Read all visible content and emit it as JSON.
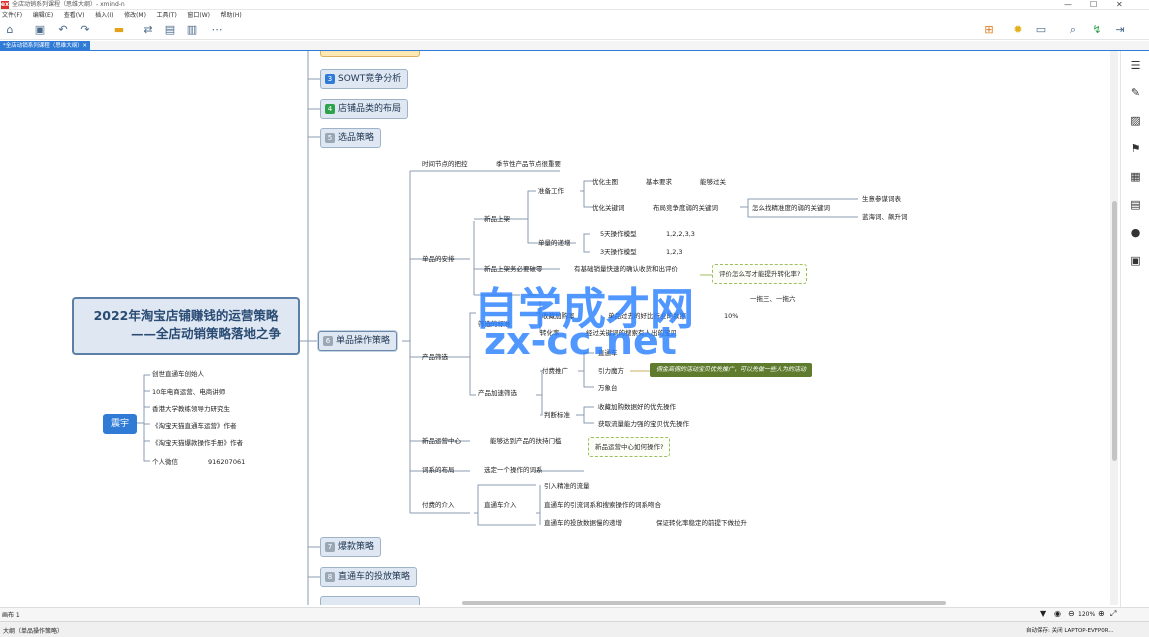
{
  "window": {
    "app_icon": "ex",
    "title": "全店动销系列课程（思维大纲）- xmind-n",
    "controls": [
      "—",
      "☐",
      "✕"
    ]
  },
  "menu": [
    "文件(F)",
    "编辑(E)",
    "查看(V)",
    "插入(I)",
    "修改(M)",
    "工具(T)",
    "窗口(W)",
    "帮助(H)"
  ],
  "tab": {
    "label": "*全店动销系列课程（思维大纲）",
    "close": "✕"
  },
  "mindmap": {
    "central": {
      "line1": "2022年淘宝店铺赚钱的运营策略",
      "line2": "——全店动销策略落地之争"
    },
    "author": {
      "name": "震宇",
      "items": [
        "创世直通车创始人",
        "10年电商运营、电商讲师",
        "香港大学教练领导力研究生",
        "《淘宝天猫直通车运营》作者",
        "《淘宝天猫爆款操作手册》作者"
      ],
      "wechat_label": "个人微信",
      "wechat_value": "916207061"
    },
    "topics": [
      {
        "num": "3",
        "label": "SOWT竞争分析",
        "color": "#2f7bd6"
      },
      {
        "num": "4",
        "label": "店铺品类的布局",
        "color": "#2fa34a"
      },
      {
        "num": "5",
        "label": "选品策略",
        "color": "#9aa7b4"
      },
      {
        "num": "6",
        "label": "单品操作策略",
        "color": "#9aa7b4"
      },
      {
        "num": "7",
        "label": "爆款策略",
        "color": "#9aa7b4"
      },
      {
        "num": "8",
        "label": "直通车的投放策略",
        "color": "#9aa7b4"
      }
    ],
    "nodes": {
      "n_time": "时间节点的把控",
      "n_season": "季节性产品节点很重要",
      "n_single": "单品的安排",
      "n_newprod": "新品上架",
      "n_prepare": "准备工作",
      "n_optmain": "优化主图",
      "n_basic": "基本要求",
      "n_pass": "能够过关",
      "n_optkw": "优化关键词",
      "n_layoutkw": "布局竞争度弱的关键词",
      "n_howfind": "怎么找精准度的弱的关键词",
      "n_ref": "生意参谋词表",
      "n_drop": "蓝海词、飙升词",
      "n_sales": "单量的递增",
      "n_m5a": "5天操作模型",
      "n_m5a_v": "1,2,2,3,3",
      "n_m3": "3天操作模型",
      "n_m3_v": "1,2,3",
      "n_need": "新品上架务必要破零",
      "n_basic_sales": "有基础销量快速的确认收货和出评价",
      "n_q_eval": "评价怎么写才能提升转化率?",
      "n_method": "一拖三、一拖六",
      "n_pct": "10%",
      "n_screen": "筛选的标准",
      "n_prod_screen": "产品筛选",
      "n_rate": "收藏加购率",
      "n_rate_desc": "单品过去的好比行业的数据",
      "n_conv": "转化率",
      "n_conv_desc": "经过关键词的搜索有人出的宝贝",
      "n_ztc": "直通车",
      "n_paid": "付费推广",
      "n_yl": "引力魔方",
      "n_wxt": "万象台",
      "n_green": "佣金高佣的活动宝贝优先推广，可以先做一些人为的活动",
      "n_accel": "产品加速筛选",
      "n_judge": "判断标准",
      "n_j1": "收藏加购数据好的优先操作",
      "n_j2": "获取流量能力强的宝贝优先操作",
      "n_center": "新品运营中心",
      "n_center_desc": "能够达到产品的扶持门槛",
      "n_q_center": "新品运营中心如何操作?",
      "n_wordlayout": "词系的布局",
      "n_pick": "选定一个操作的词系",
      "n_paidin": "付费的介入",
      "n_ztcin": "直通车介入",
      "n_z1": "引入精准的流量",
      "n_z2": "直通车的引流词系和搜索操作的词系吻合",
      "n_z3": "直通车的投放数据慢的递增",
      "n_z4": "保证转化率稳定的前提下做拉升"
    },
    "watermark": {
      "line1": "自学成才网",
      "line2": "zx-cc.net"
    }
  },
  "status": {
    "sheet_label": "画布 1",
    "zoom": "120%"
  },
  "bottom": {
    "left": "大纲（单品操作策略）",
    "right": "自动保存: 关闭    LAPTOP-EVFP0R..."
  }
}
